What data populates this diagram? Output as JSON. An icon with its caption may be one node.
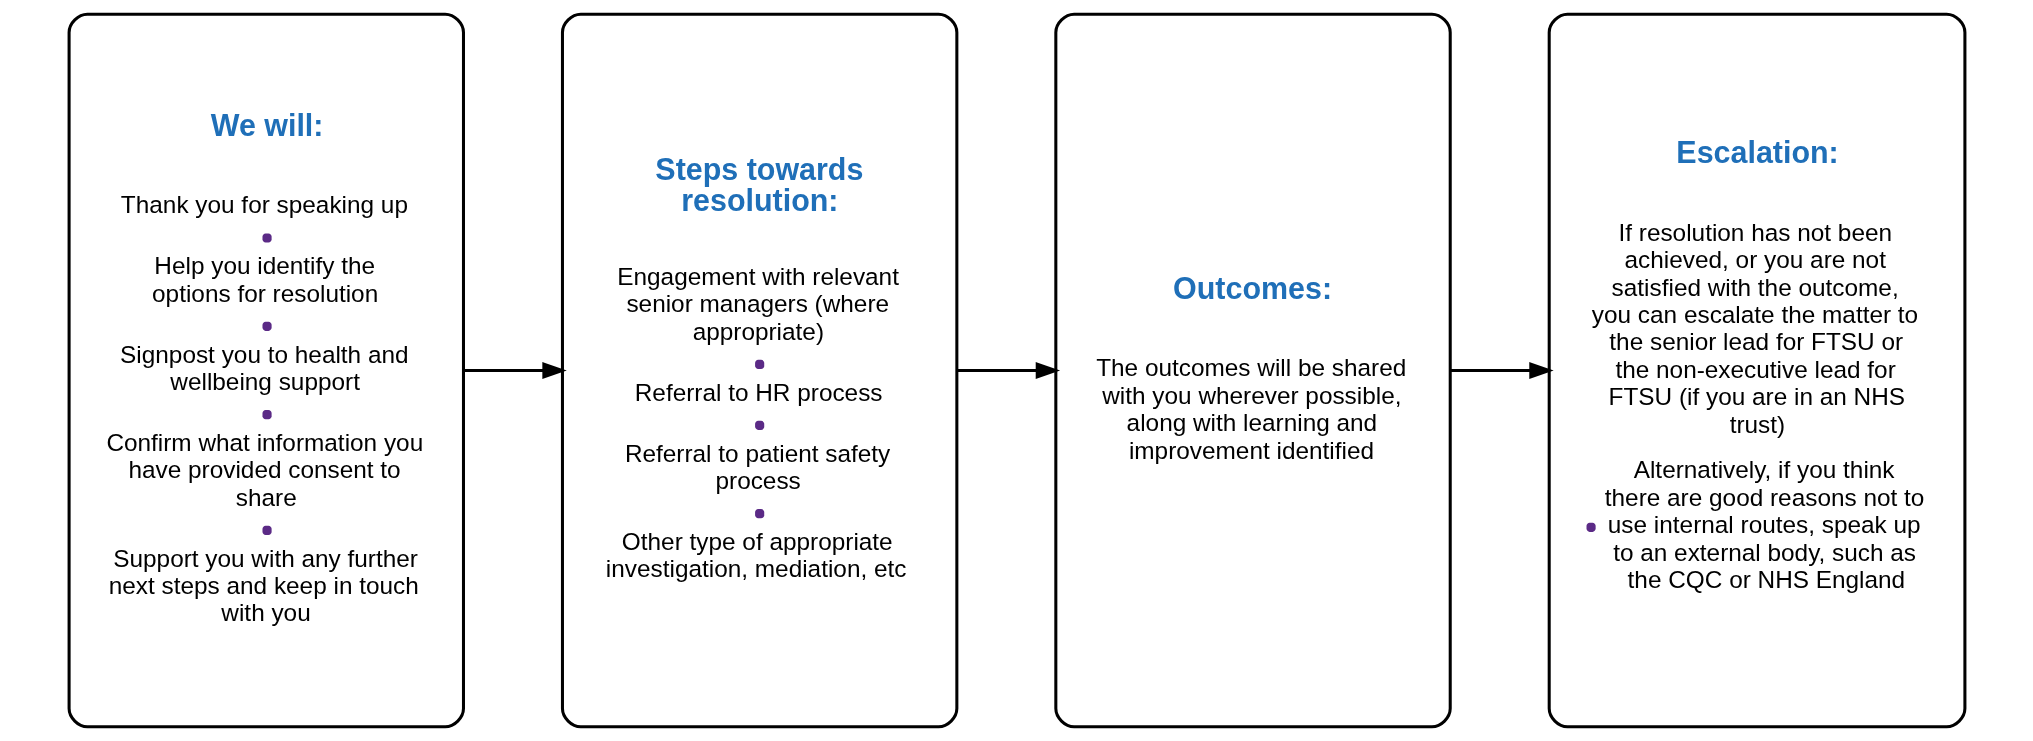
{
  "diagram": {
    "nodes": [
      {
        "text": [
          "We will:",
          "Thank you for speaking up",
          "Help you identify the options for resolution",
          "Signpost you to health and wellbeing support",
          "Confirm what information you have provided consent to share",
          "Support you with any further next steps and keep in touch with you"
        ]
      },
      {
        "text": [
          "Steps towards resolution:",
          "Engagement with relevant senior managers (where appropriate)",
          "Referral to HR process",
          "Referral to patient safety process",
          "Other type of appropriate investigation, mediation, etc"
        ]
      },
      {
        "text": [
          "Outcomes:",
          "The outcomes will be shared with you wherever possible, along with learning and improvement identified"
        ]
      },
      {
        "text": [
          "Escalation:",
          "If resolution has not been achieved, or you are not satisfied with the outcome, you can escalate the matter to the senior lead for FTSU or the non-executive lead for FTSU (if you are in an NHS trust)",
          "Alternatively, if you think there are good reasons not to use internal routes, speak up to an external body, such as the CQC or NHS England"
        ]
      }
    ],
    "edges": [
      {
        "from": 0,
        "to": 1,
        "arrow": "to"
      },
      {
        "from": 1,
        "to": 2,
        "arrow": "to"
      },
      {
        "from": 2,
        "to": 3,
        "arrow": "to"
      }
    ]
  }
}
